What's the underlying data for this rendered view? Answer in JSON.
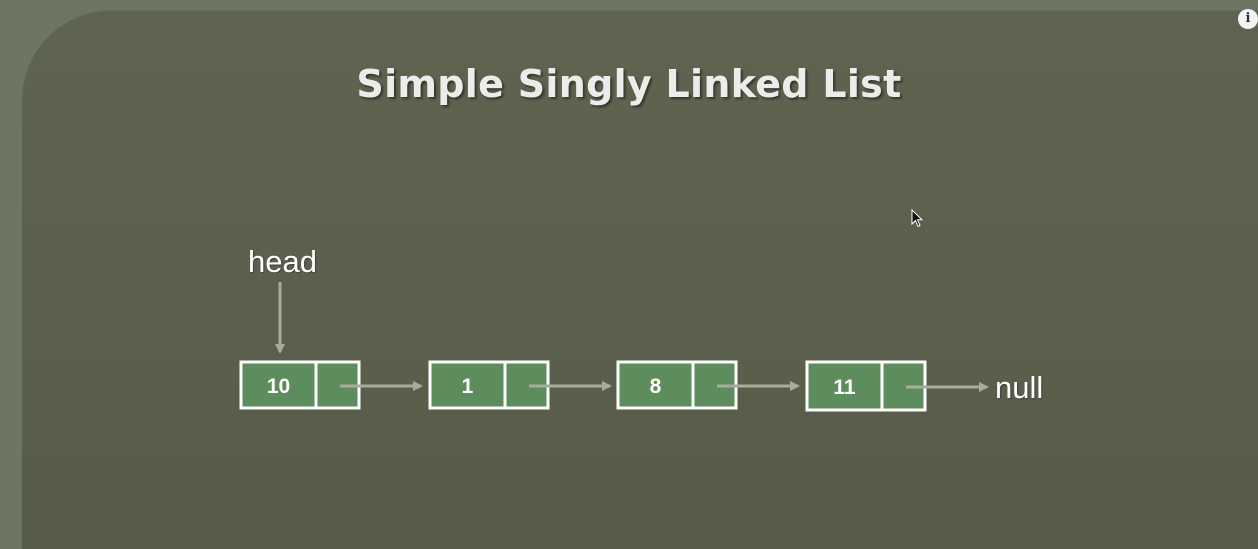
{
  "slide": {
    "title": "Simple Singly Linked List"
  },
  "diagram": {
    "head_label": "head",
    "null_label": "null",
    "nodes": [
      {
        "value": "10"
      },
      {
        "value": "1"
      },
      {
        "value": "8"
      },
      {
        "value": "11"
      }
    ]
  },
  "icons": {
    "info": "i",
    "cursor": "mouse-pointer-icon"
  },
  "colors": {
    "node_fill": "#5e8d5d",
    "node_border": "#ffffff",
    "arrow": "#a9ab9c",
    "background": "#5d624e"
  }
}
